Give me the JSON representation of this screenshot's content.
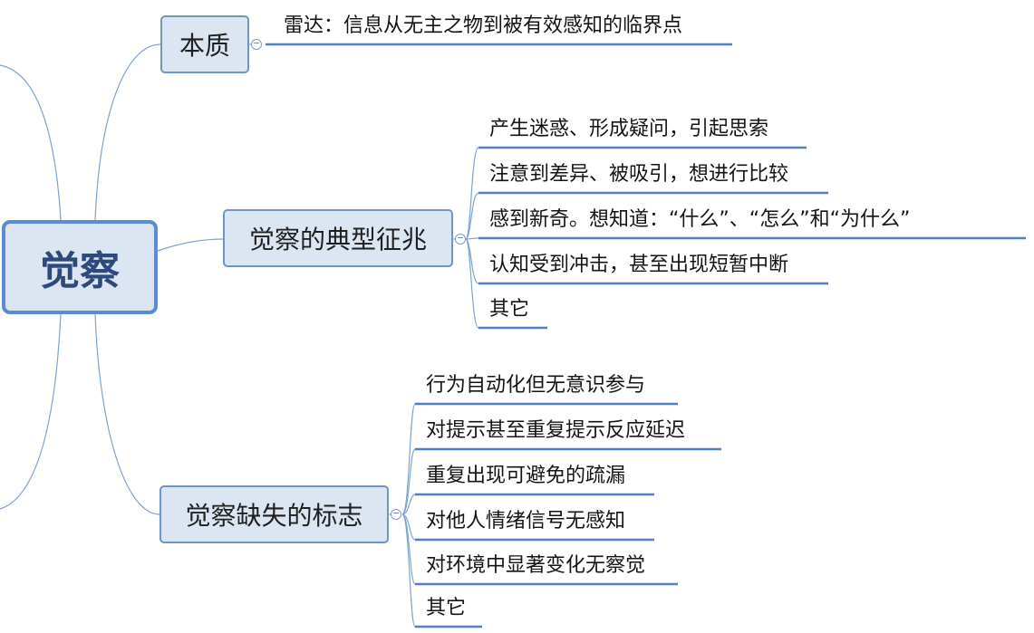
{
  "root": {
    "label": "觉察"
  },
  "branches": [
    {
      "label": "本质",
      "children": [
        "雷达：信息从无主之物到被有效感知的临界点"
      ]
    },
    {
      "label": "觉察的典型征兆",
      "children": [
        "产生迷惑、形成疑问，引起思索",
        "注意到差异、被吸引，想进行比较",
        "感到新奇。想知道：“什么”、“怎么”和“为什么”",
        "认知受到冲击，甚至出现短暂中断",
        "其它"
      ]
    },
    {
      "label": "觉察缺失的标志",
      "children": [
        "行为自动化但无意识参与",
        "对提示甚至重复提示反应延迟",
        "重复出现可避免的疏漏",
        "对他人情绪信号无感知",
        "对环境中显著变化无察觉",
        "其它"
      ]
    }
  ],
  "colors": {
    "node_fill": "#dce6f2",
    "node_border": "#6d95c8",
    "root_border": "#5b8bd0",
    "root_text": "#2e4a7c",
    "connector": "#7ea3d0",
    "underline": "#4f7fc4"
  },
  "icons": {
    "collapse_toggle": "minus-circle-icon"
  }
}
